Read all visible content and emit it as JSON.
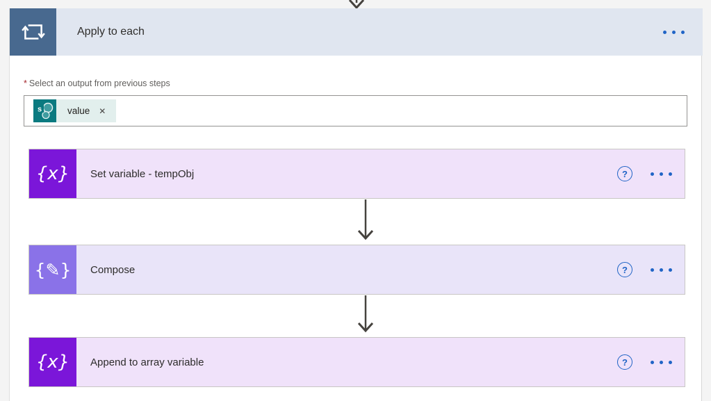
{
  "apply_to_each": {
    "title": "Apply to each",
    "icon": "loop-icon",
    "icon_color": "#48698f",
    "header_color": "#e0e6f0"
  },
  "parameter": {
    "required_marker": "*",
    "label": "Select an output from previous steps",
    "token": {
      "connector_icon": "sharepoint-icon",
      "label": "value",
      "remove_label": "✕"
    }
  },
  "actions": [
    {
      "title": "Set variable - tempObj",
      "icon": "variables-icon",
      "glyph": "{x}",
      "icon_color": "#7b16d9",
      "card_color": "#f0e2fa",
      "help_label": "?"
    },
    {
      "title": "Compose",
      "icon": "compose-icon",
      "glyph": "{✎}",
      "icon_color": "#8a72e8",
      "card_color": "#e9e4f9",
      "help_label": "?"
    },
    {
      "title": "Append to array variable",
      "icon": "variables-icon",
      "glyph": "{x}",
      "icon_color": "#7b16d9",
      "card_color": "#f0e2fa",
      "help_label": "?"
    }
  ]
}
